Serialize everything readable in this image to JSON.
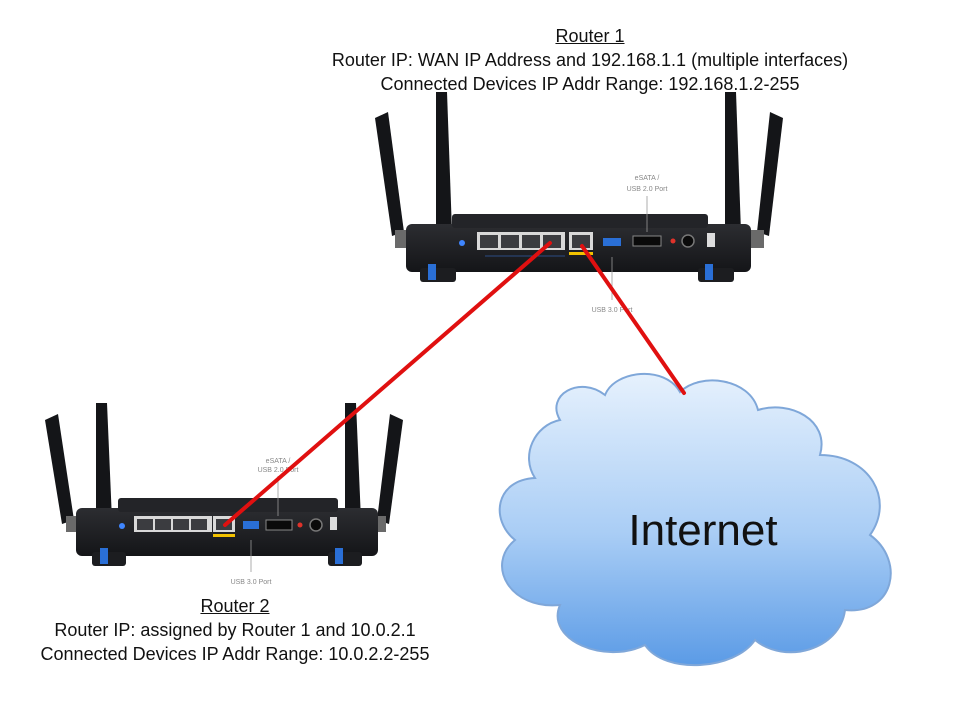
{
  "router1": {
    "title": "Router 1",
    "line1": "Router IP: WAN IP Address and 192.168.1.1 (multiple interfaces)",
    "line2": "Connected Devices IP Addr Range: 192.168.1.2-255",
    "esata_label_1": "eSATA /",
    "esata_label_2": "USB 2.0 Port",
    "usb3_label": "USB 3.0 Port"
  },
  "router2": {
    "title": "Router 2",
    "line1": "Router IP: assigned by Router 1 and 10.0.2.1",
    "line2": "Connected Devices IP Addr Range: 10.0.2.2-255",
    "esata_label_1": "eSATA /",
    "esata_label_2": "USB 2.0 Port",
    "usb3_label": "USB 3.0 Port"
  },
  "cloud": {
    "label": "Internet"
  },
  "colors": {
    "cable": "#e01010",
    "cloud_top": "#e6f1fd",
    "cloud_bottom": "#5b9be6",
    "cloud_stroke": "#7fa7d9",
    "router_body": "#1c1d20",
    "wan_port": "#f2c200",
    "usb3_port": "#2a6fd6"
  }
}
